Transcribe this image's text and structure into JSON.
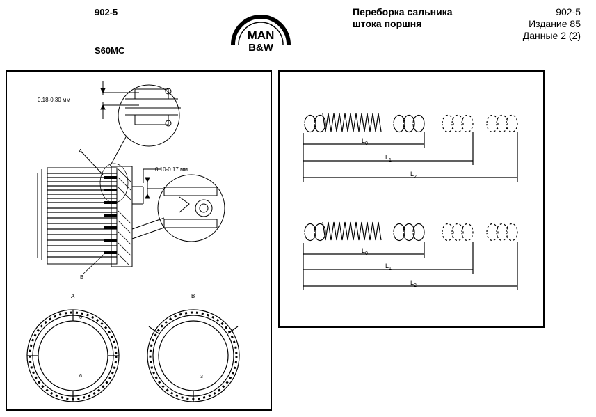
{
  "header": {
    "doc_code": "902-5",
    "engine_model": "S60MC",
    "title_line1": "Переборка сальника",
    "title_line2": "штока поршня",
    "meta_code": "902-5",
    "edition": "Издание 85",
    "data_page": "Данные 2 (2)"
  },
  "logo": {
    "line1": "MAN",
    "line2": "B&W"
  },
  "left_figure": {
    "clearance_top": "0.18-0.30 мм",
    "clearance_right": "0.10-0.17 мм",
    "label_a": "A",
    "label_b": "B",
    "ring_a_label": "A",
    "ring_b_label": "B",
    "gap_a": "6",
    "gap_b": "3"
  },
  "right_figure": {
    "dim_l0": "L",
    "dim_l0_sub": "0",
    "dim_l1": "L",
    "dim_l1_sub": "1",
    "dim_l2": "L",
    "dim_l2_sub": "2"
  }
}
